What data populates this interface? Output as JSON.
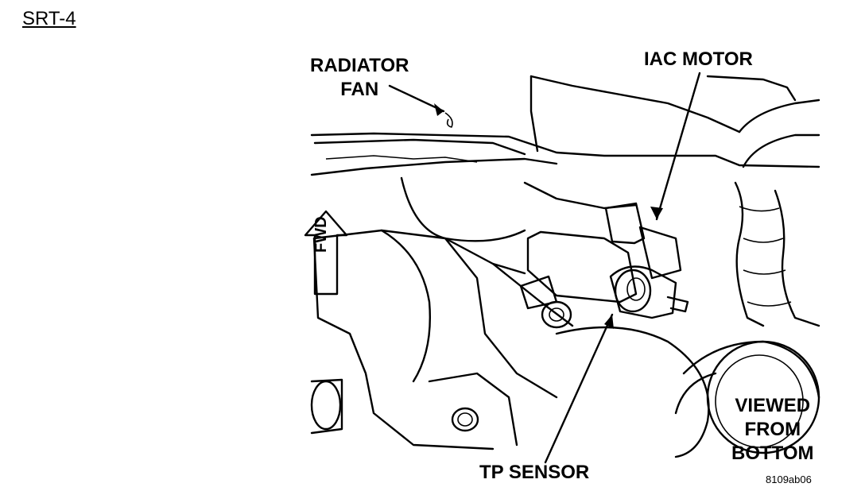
{
  "header": {
    "model": "SRT-4"
  },
  "labels": {
    "radiator_fan_1": "RADIATOR",
    "radiator_fan_2": "FAN",
    "iac_motor": "IAC MOTOR",
    "fwd": "FWD",
    "tp_sensor": "TP SENSOR",
    "viewed_1": "VIEWED",
    "viewed_2": "FROM",
    "viewed_3": "BOTTOM"
  },
  "figure_id": "8109ab06"
}
